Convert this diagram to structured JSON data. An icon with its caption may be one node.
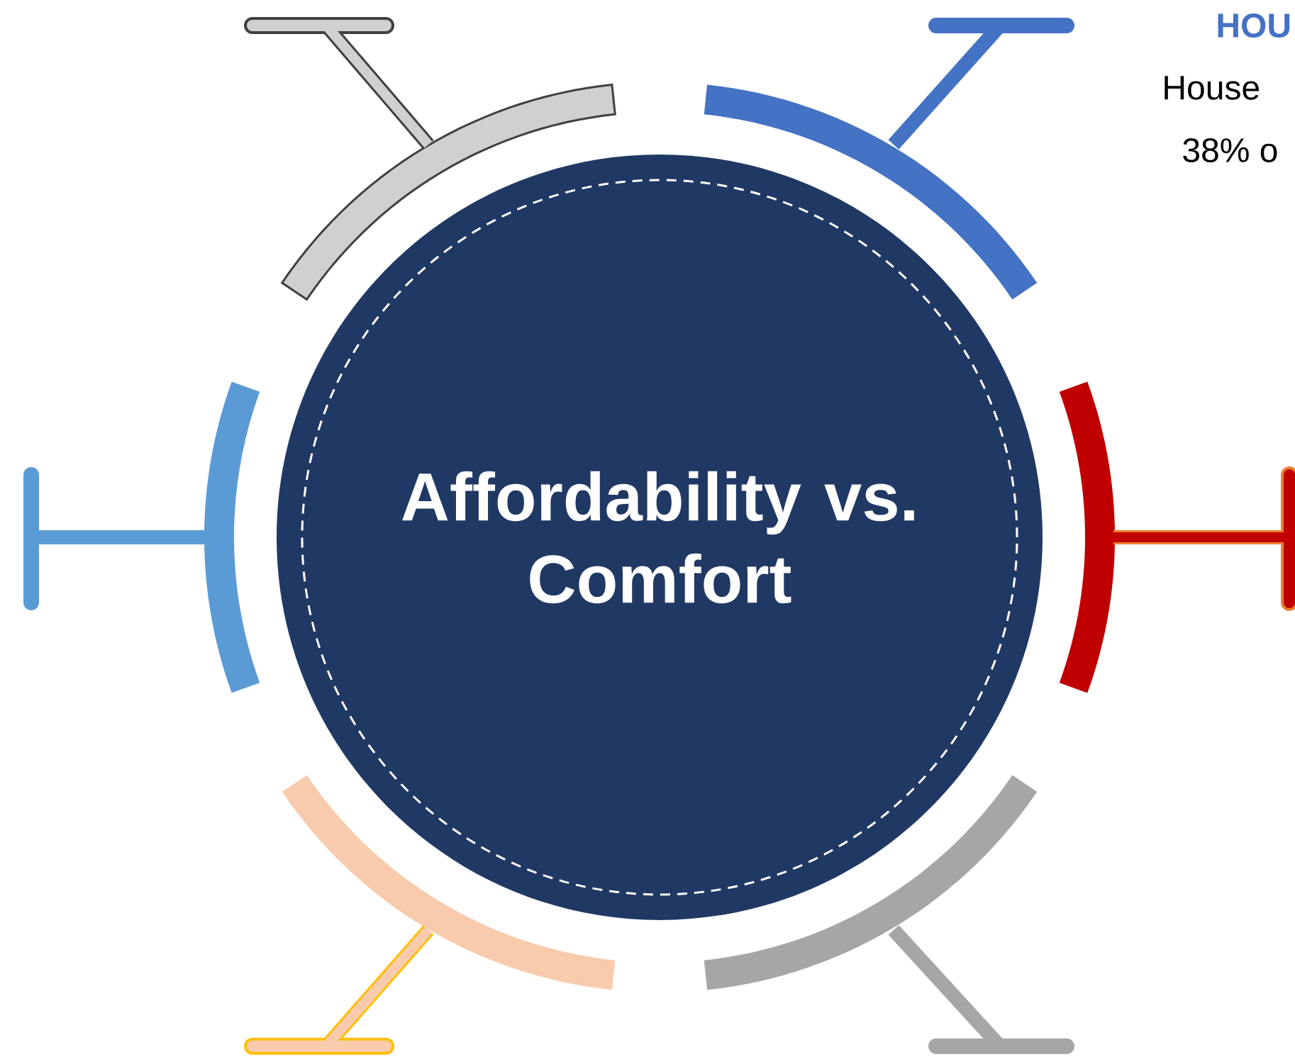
{
  "diagram": {
    "nodes": [
      {
        "text": [
          "Affordability vs. Comfort"
        ]
      }
    ],
    "labels": [
      "HOU",
      "House",
      "38% o"
    ]
  }
}
